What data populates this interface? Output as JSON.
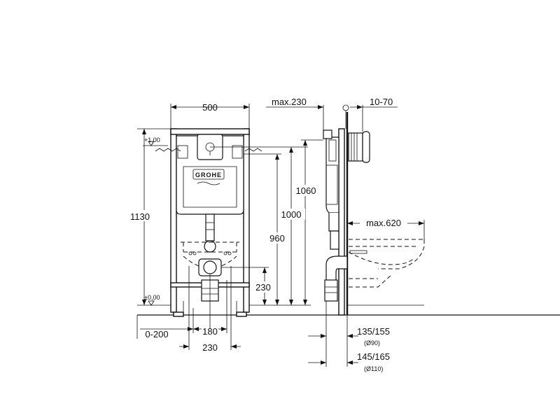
{
  "front_view": {
    "width_label": "500",
    "height_label": "1130",
    "level_top": "+1,00",
    "level_bottom": "±0,00",
    "height_1060": "1060",
    "height_1000": "1000",
    "height_960": "960",
    "height_230": "230",
    "offset_label": "0-200",
    "width_180": "180",
    "width_230": "230",
    "brand": "GROHE"
  },
  "side_view": {
    "max_230": "max.230",
    "depth_10_70": "10-70",
    "max_620": "max.620",
    "dim_135_155": "135/155",
    "dia_90": "(Ø90)",
    "dim_145_165": "145/165",
    "dia_110": "(Ø110)"
  },
  "colors": {
    "line": "#111111",
    "background": "#ffffff"
  }
}
